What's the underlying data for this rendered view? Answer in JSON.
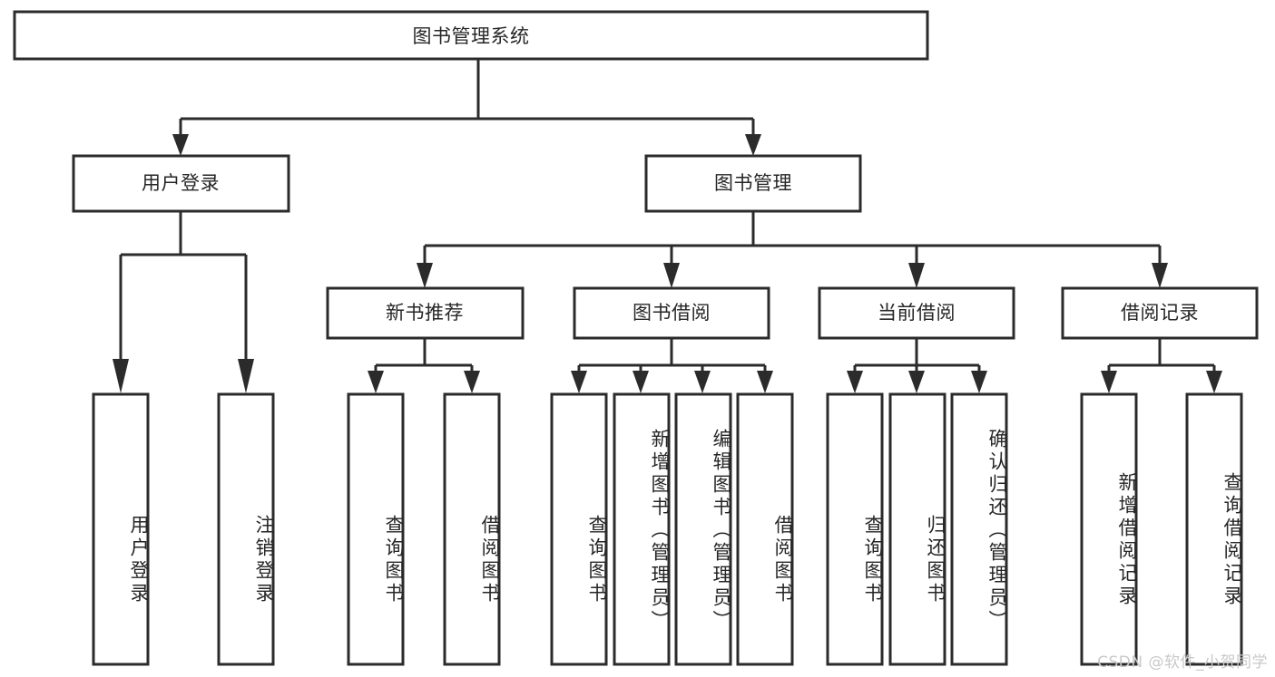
{
  "diagram": {
    "type": "tree-hierarchy",
    "title": "图书管理系统",
    "root": {
      "label": "图书管理系统",
      "orientation": "horizontal"
    },
    "level2": [
      {
        "label": "用户登录",
        "orientation": "horizontal"
      },
      {
        "label": "图书管理",
        "orientation": "horizontal"
      }
    ],
    "level3": [
      {
        "label": "新书推荐",
        "orientation": "horizontal"
      },
      {
        "label": "图书借阅",
        "orientation": "horizontal"
      },
      {
        "label": "当前借阅",
        "orientation": "horizontal"
      },
      {
        "label": "借阅记录",
        "orientation": "horizontal"
      }
    ],
    "leaves": {
      "user_login": [
        {
          "label": "用户登录",
          "orientation": "vertical"
        },
        {
          "label": "注销登录",
          "orientation": "vertical"
        }
      ],
      "new_book_recommend": [
        {
          "label": "查询图书",
          "orientation": "vertical"
        },
        {
          "label": "借阅图书",
          "orientation": "vertical"
        }
      ],
      "book_borrow": [
        {
          "label": "查询图书",
          "orientation": "vertical"
        },
        {
          "label": "新增图书（管理员）",
          "orientation": "vertical"
        },
        {
          "label": "编辑图书（管理员）",
          "orientation": "vertical"
        },
        {
          "label": "借阅图书",
          "orientation": "vertical"
        }
      ],
      "current_borrow": [
        {
          "label": "查询图书",
          "orientation": "vertical"
        },
        {
          "label": "归还图书",
          "orientation": "vertical"
        },
        {
          "label": "确认归还（管理员）",
          "orientation": "vertical"
        }
      ],
      "borrow_record": [
        {
          "label": "新增借阅记录",
          "orientation": "vertical"
        },
        {
          "label": "查询借阅记录",
          "orientation": "vertical"
        }
      ]
    }
  },
  "watermark": {
    "text": "CSDN @软件_小贺同学"
  },
  "colors": {
    "background": "#ffffff",
    "box_fill": "#ffffff",
    "box_stroke": "#2b2b2b",
    "text": "#262626",
    "watermark": "#c9c9c9"
  }
}
